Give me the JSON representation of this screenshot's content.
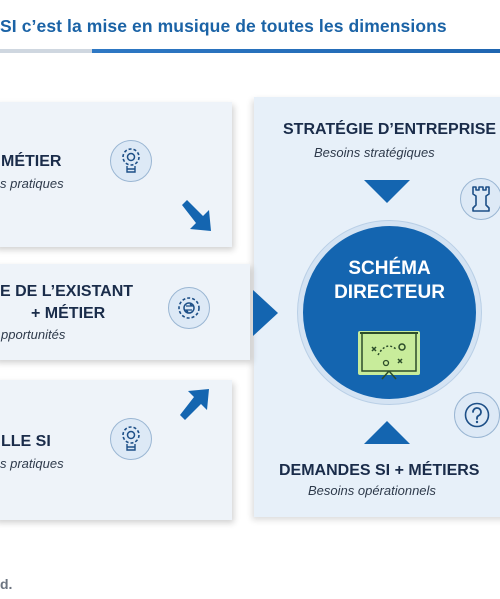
{
  "header": {
    "title": "SI c’est la mise en musique de toutes les dimensions"
  },
  "left_panels": [
    {
      "title": "MÉTIER",
      "subtitle": "s pratiques",
      "icon": "gear-bulb-icon"
    },
    {
      "title_line1": "E DE L’EXISTANT",
      "title_line2": "+ MÉTIER",
      "subtitle": "pportunités",
      "icon": "gear-cycle-icon"
    },
    {
      "title": "LLE SI",
      "subtitle": "s pratiques",
      "icon": "gear-bulb-icon"
    }
  ],
  "right_panel": {
    "top_title": "STRATÉGIE D’ENTREPRISE",
    "top_subtitle": "Besoins stratégiques",
    "bottom_title": "DEMANDES SI + MÉTIERS",
    "bottom_subtitle": "Besoins opérationnels",
    "top_icon": "chess-rook-icon",
    "bottom_icon": "question-mark-icon"
  },
  "center": {
    "line1": "SCHÉMA",
    "line2": "DIRECTEUR",
    "icon": "strategy-board-icon"
  },
  "footer": {
    "text": "d."
  },
  "colors": {
    "primary_blue": "#1465b0",
    "title_blue": "#1b63a6",
    "board_green": "#c8ec9b"
  }
}
